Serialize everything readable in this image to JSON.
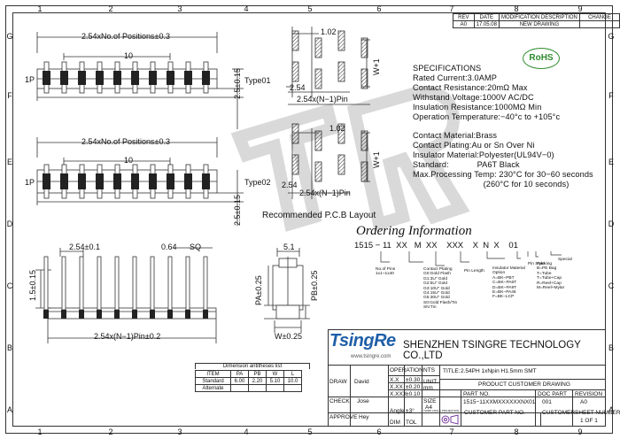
{
  "grid": {
    "columns": [
      "1",
      "2",
      "3",
      "4",
      "5",
      "6",
      "7",
      "8",
      "9"
    ],
    "rows": [
      "G",
      "F",
      "E",
      "D",
      "C",
      "B",
      "A"
    ]
  },
  "revision_table": {
    "headers": [
      "REV",
      "DATE",
      "MODIFICATION DESCRIPTION",
      "CHANGE"
    ],
    "row": [
      "A0",
      "17.05.08",
      "NEW DRAWING",
      ""
    ]
  },
  "rohs": "RoHS",
  "drawing": {
    "pitch_label_top": "2.54xNo.of Positions±0.3",
    "pitch_label_mid": "2.54xNo.of Positions±0.3",
    "dim_10_a": "10",
    "dim_10_b": "10",
    "pin1_a": "1P",
    "pin1_b": "1P",
    "height_a": "2.5±0.15",
    "height_b": "2.5±0.15",
    "type01": "Type01",
    "type02": "Type02",
    "dim_102_a": "1.02",
    "dim_102_b": "1.02",
    "dim_w1_a": "W+1",
    "dim_w1_b": "W+1",
    "dim_254_a": "2.54",
    "dim_254_b": "2.54",
    "pin_span_a": "2.54x(N−1)Pin",
    "pin_span_b": "2.54x(N−1)Pin",
    "pcb_layout": "Recommended P.C.B Layout",
    "side_254": "2.54±0.1",
    "side_064": "0.64",
    "side_sq": "SQ",
    "side_15": "1.5±0.15",
    "side_pin_span": "2.54x(N−1)Pin±0.2",
    "end_51": "5.1",
    "end_pa": "PA±0.25",
    "end_pb": "PB±0.25",
    "end_w": "W±0.25"
  },
  "specifications": {
    "title": "SPECIFICATIONS",
    "lines": [
      "Rated Current:3.0AMP",
      "Contact Resistance:20mΩ Max",
      "Withstand Voltage:1000V AC/DC",
      "Insulation Resistance:1000MΩ Min",
      "Operation Temperature:−40°c to +105°c"
    ],
    "material_lines": [
      "Contact Material:Brass",
      "Contact Plating:Au or Sn Over Ni",
      "Insulator Material:Polyester(UL94V−0)",
      "Standard:            PA6T Black",
      "Max.Processing Temp: 230°C for 30−60 seconds",
      "                              (260°C for 10 seconds)"
    ]
  },
  "ordering": {
    "title": "Ordering Information",
    "code": "1515 − 11  XX   M  XX    XXX    X  N  X    01",
    "no_of_pins": "No.of Pins\n1x1~1x40",
    "contact_plating": "Contact Plating\nG0:Gold Flash\nG1:3U\" Gold\nG2:5U\" Gold\nG3:10U\" Gold\nG4:15U\" Gold\nG5:30U\" Gold\nS0:Gold Flash/Tin\nSN:Tin",
    "pin_length": "Pin Length",
    "pin_style": "Pin Style",
    "insulator": "Insulator Material\nOption\nA=BK−PBT\nC=BK−PA6T\nD=BK−PA9T\nE=BK−PA46\nF=BK−LCP",
    "packing": "Packing\nB=PE Bag\nT=Tube\nT=Tube+Cap\nR=Reel+Cap\nM=Reel+Mylar",
    "special": "Special"
  },
  "company": {
    "logo": "TsingRe",
    "website": "www.tsingre.com",
    "name": "SHENZHEN TSINGRE TECHNOLOGY CO.,LTD"
  },
  "dim_table": {
    "title": "Dimension antitheses list",
    "headers": [
      "ITEM",
      "PA",
      "PB",
      "W",
      "L"
    ],
    "rows": [
      [
        "Standard",
        "6.00",
        "2.20",
        "5.10",
        "10.0"
      ],
      [
        "Alternate",
        "",
        "",
        "",
        ""
      ]
    ]
  },
  "title_block": {
    "draw": "DRAW",
    "draw_name": "David",
    "check": "CHECK",
    "check_name": "Jose",
    "approve": "APPROVE",
    "approve_name": "Hey",
    "operation": "OPERATION",
    "x": "X.X",
    "x_tol": "±0.30",
    "xx": "X.XX",
    "xx_tol": "±0.20",
    "xxx": "X.XXX",
    "xxx_tol": "±0.10",
    "angle": "Angle",
    "angle_tol": "±3°",
    "dim": "DIM",
    "tol": "TOL",
    "nts": "NTS",
    "unit": "UNIT",
    "unit_val": "mm",
    "size": "SIZE",
    "size_val": "A4",
    "third_angle": "THIRD ANGLE PROJECTION",
    "title_label": "TITLE:",
    "title_val": "2.54PH 1xNpin H1.5mm SMT",
    "drawing_type": "PRODUCT CUSTOMER DRAWING",
    "part_no_label": "PART NO.",
    "part_no": "1515−11XXMXXXXXXNX01",
    "doc_part_label": "DOC PART",
    "doc_part": "001",
    "revision_label": "REVISION",
    "revision": "A0",
    "customer_part_label": "CUSTOMER PART NO.",
    "customer_label": "CUSTOMER",
    "sheet_label": "SHEET NUMBER",
    "sheet": "1  OF  1"
  },
  "colors": {
    "line": "#333333",
    "rohs_green": "#2e8b2e",
    "logo_blue": "#1f5fa8",
    "watermark": "#cfcfcf"
  }
}
